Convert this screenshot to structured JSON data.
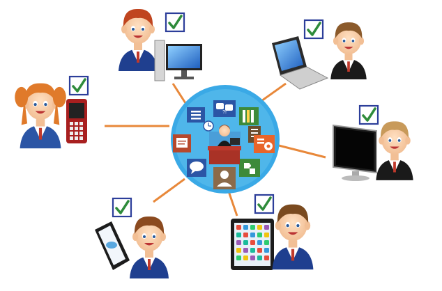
{
  "hub": {
    "icons": [
      "list-icon",
      "speech-bubbles-icon",
      "books-icon",
      "document-icon",
      "film-icon",
      "puzzle-icon",
      "user-icon",
      "chat-icon",
      "certificate-icon",
      "clock-icon"
    ],
    "bubble_text": "?!"
  },
  "colors": {
    "connector": "#e8883a",
    "hub_ring": "#3aa9e6",
    "hub_fill": "#ffffff",
    "checkbox_border": "#2c3e9a",
    "checkmark": "#2e8b3a"
  },
  "nodes": [
    {
      "id": "top",
      "device": "desktop-computer",
      "student": "boy-red-hair",
      "checked": true
    },
    {
      "id": "top-right",
      "device": "laptop",
      "student": "boy",
      "checked": true
    },
    {
      "id": "left",
      "device": "mobile-phone",
      "student": "girl-pigtails",
      "checked": true
    },
    {
      "id": "right",
      "device": "monitor",
      "student": "boy-blond",
      "checked": true
    },
    {
      "id": "bottom-left",
      "device": "smartphone",
      "student": "boy",
      "checked": true
    },
    {
      "id": "bottom-right",
      "device": "tablet",
      "student": "boy",
      "checked": true
    }
  ]
}
